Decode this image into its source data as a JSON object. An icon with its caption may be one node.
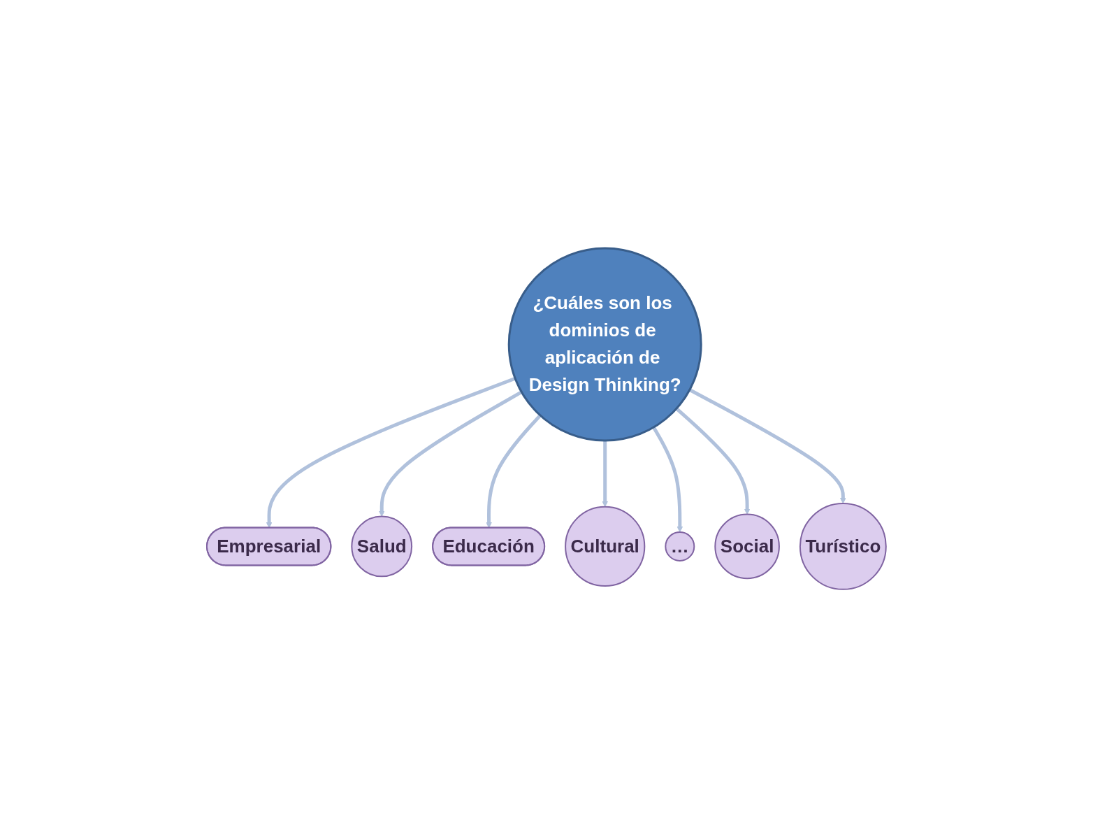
{
  "diagram": {
    "nodes": [
      {
        "text": [
          "Empresarial"
        ]
      },
      {
        "text": [
          "Salud"
        ]
      },
      {
        "text": [
          "Educación"
        ]
      },
      {
        "text": [
          "¿Cuáles son los dominios de aplicación de Design Thinking?"
        ]
      },
      {
        "text": [
          "Cultural"
        ]
      },
      {
        "text": [
          "…"
        ]
      },
      {
        "text": [
          "Social"
        ]
      },
      {
        "text": [
          "Turístico"
        ]
      }
    ],
    "edges": [
      {
        "from": 3,
        "to": 0,
        "arrow": "to"
      },
      {
        "from": 3,
        "to": 1,
        "arrow": "to"
      },
      {
        "from": 3,
        "to": 2,
        "arrow": "to"
      },
      {
        "from": 3,
        "to": 4,
        "arrow": "to"
      },
      {
        "from": 3,
        "to": 5,
        "arrow": "to"
      },
      {
        "from": 3,
        "to": 6,
        "arrow": "to"
      },
      {
        "from": 3,
        "to": 7,
        "arrow": "to"
      }
    ]
  }
}
